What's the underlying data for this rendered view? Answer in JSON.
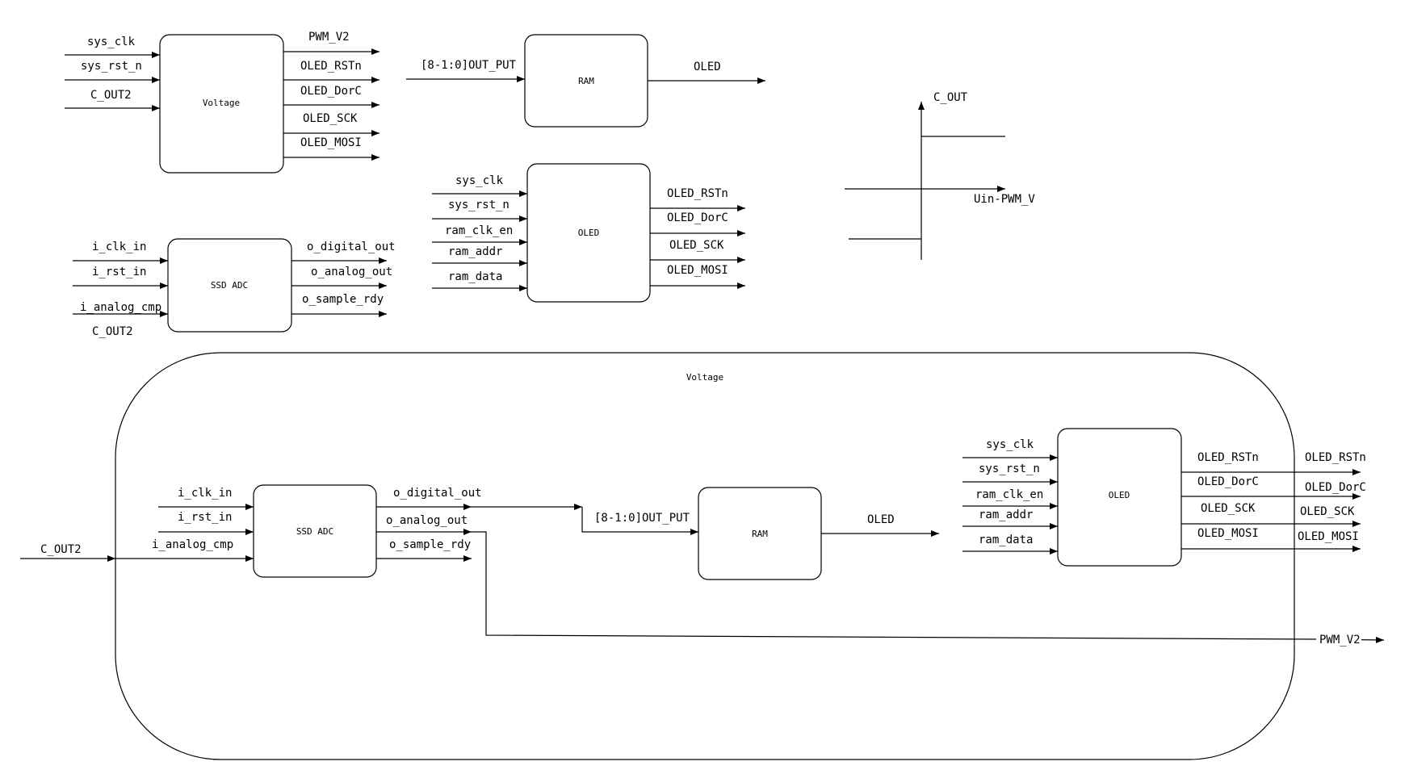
{
  "voltage_block": {
    "title": "Voltage",
    "inputs": [
      "sys_clk",
      "sys_rst_n",
      "C_OUT2"
    ],
    "outputs": [
      "PWM_V2",
      "OLED_RSTn",
      "OLED_DorC",
      "OLED_SCK",
      "OLED_MOSI"
    ]
  },
  "ram_block": {
    "title": "RAM",
    "input": "[8-1:0]OUT_PUT",
    "output": "OLED"
  },
  "oled_block": {
    "title": "OLED",
    "inputs": [
      "sys_clk",
      "sys_rst_n",
      "ram_clk_en",
      "ram_addr",
      "ram_data"
    ],
    "outputs": [
      "OLED_RSTn",
      "OLED_DorC",
      "OLED_SCK",
      "OLED_MOSI"
    ]
  },
  "adc_block": {
    "title": "SSD ADC",
    "inputs": [
      "i_clk_in",
      "i_rst_in",
      "i_analog_cmp"
    ],
    "outputs": [
      "o_digital_out",
      "o_analog_out",
      "o_sample_rdy"
    ],
    "note": "C_OUT2"
  },
  "comparator_plot": {
    "y_label": "C_OUT",
    "x_label": "Uin-PWM_V"
  },
  "system": {
    "title": "Voltage",
    "input": "C_OUT2",
    "adc": {
      "title": "SSD ADC",
      "inputs": [
        "i_clk_in",
        "i_rst_in",
        "i_analog_cmp"
      ],
      "outputs": [
        "o_digital_out",
        "o_analog_out",
        "o_sample_rdy"
      ]
    },
    "ram": {
      "title": "RAM",
      "input": "[8-1:0]OUT_PUT",
      "output": "OLED"
    },
    "oled": {
      "title": "OLED",
      "inputs": [
        "sys_clk",
        "sys_rst_n",
        "ram_clk_en",
        "ram_addr",
        "ram_data"
      ],
      "outputs": [
        "OLED_RSTn",
        "OLED_DorC",
        "OLED_SCK",
        "OLED_MOSI"
      ]
    },
    "ext_outputs": [
      "OLED_RSTn",
      "OLED_DorC",
      "OLED_SCK",
      "OLED_MOSI"
    ],
    "pwm_output": "PWM_V2"
  }
}
